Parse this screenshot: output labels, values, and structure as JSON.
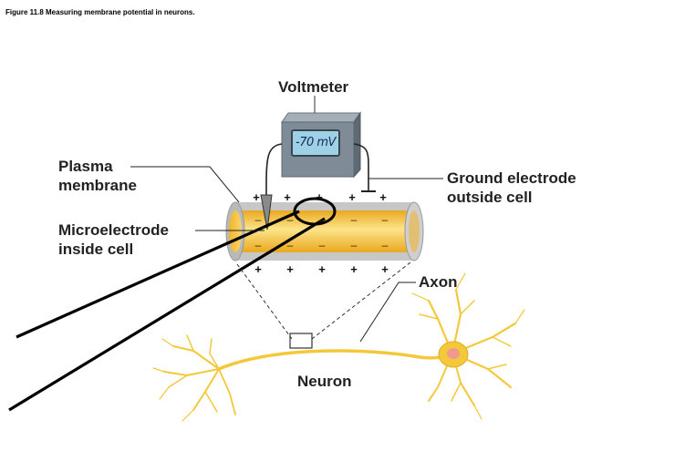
{
  "figure": {
    "caption": "Figure 11.8 Measuring membrane potential in neurons."
  },
  "labels": {
    "voltmeter": "Voltmeter",
    "reading": "-70 mV",
    "plasma_line1": "Plasma",
    "plasma_line2": "membrane",
    "ground_line1": "Ground electrode",
    "ground_line2": "outside cell",
    "micro_line1": "Microelectrode",
    "micro_line2": "inside cell",
    "axon": "Axon",
    "neuron": "Neuron"
  },
  "charges": {
    "outside": "+",
    "inside": "–"
  },
  "colors": {
    "axon_fill": "#f5c030",
    "axon_highlight": "#fde48a",
    "membrane": "#a9a9a9",
    "voltmeter_body": "#7f8c97",
    "screen": "#9ed0e6",
    "neuron": "#f3c93b"
  }
}
